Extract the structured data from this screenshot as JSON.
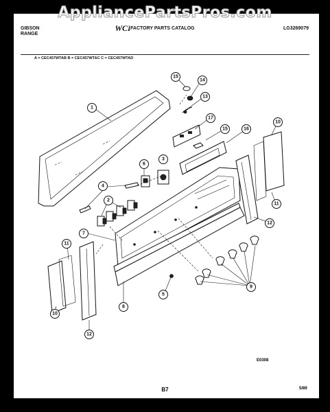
{
  "watermark": "AppliancePartsPros.com",
  "header": {
    "brand_line1": "GIBSON",
    "brand_line2": "RANGE",
    "catalog_title": "FACTORY PARTS CATALOG",
    "doc_id": "LG3269079",
    "logo_letters": "WCI"
  },
  "models": "A = CEC457WTAB   B = CEC457WTAC   C = CEC457WTAD",
  "callouts": [
    "15",
    "14",
    "13",
    "1",
    "17",
    "15",
    "16",
    "10",
    "6",
    "3",
    "4",
    "2",
    "7",
    "11",
    "12",
    "11",
    "9",
    "5",
    "8",
    "10",
    "12"
  ],
  "footer": {
    "figure_code": "E0308",
    "page_number": "B7",
    "date": "5/89"
  }
}
